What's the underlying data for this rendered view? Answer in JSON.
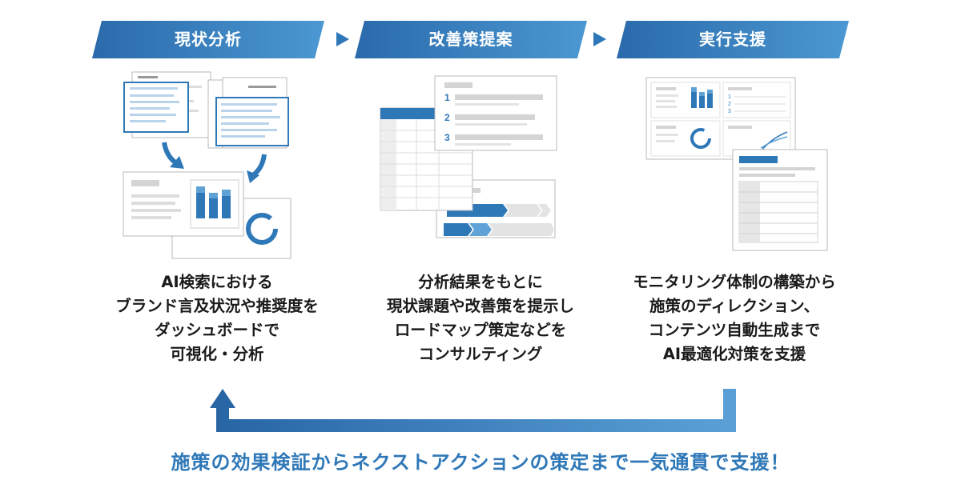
{
  "steps": [
    {
      "title": "現状分析",
      "lines": [
        "AI検索における",
        "ブランド言及状況や推奨度を",
        "ダッシュボードで",
        "可視化・分析"
      ]
    },
    {
      "title": "改善策提案",
      "lines": [
        "分析結果をもとに",
        "現状課題や改善策を提示し",
        "ロードマップ策定などを",
        "コンサルティング"
      ]
    },
    {
      "title": "実行支援",
      "lines": [
        "モニタリング体制の構築から",
        "施策のディレクション、",
        "コンテンツ自動生成まで",
        "AI最適化対策を支援"
      ]
    }
  ],
  "list_numbers": [
    "1",
    "2",
    "3"
  ],
  "bottom_message": "施策の効果検証からネクストアクションの策定まで一気通貫で支援！",
  "colors": {
    "primary": "#2f78b8",
    "primary_dark": "#2866a6",
    "primary_light": "#5fa3d6",
    "gray": "#d4d4d4",
    "border": "#b9b9b9"
  }
}
